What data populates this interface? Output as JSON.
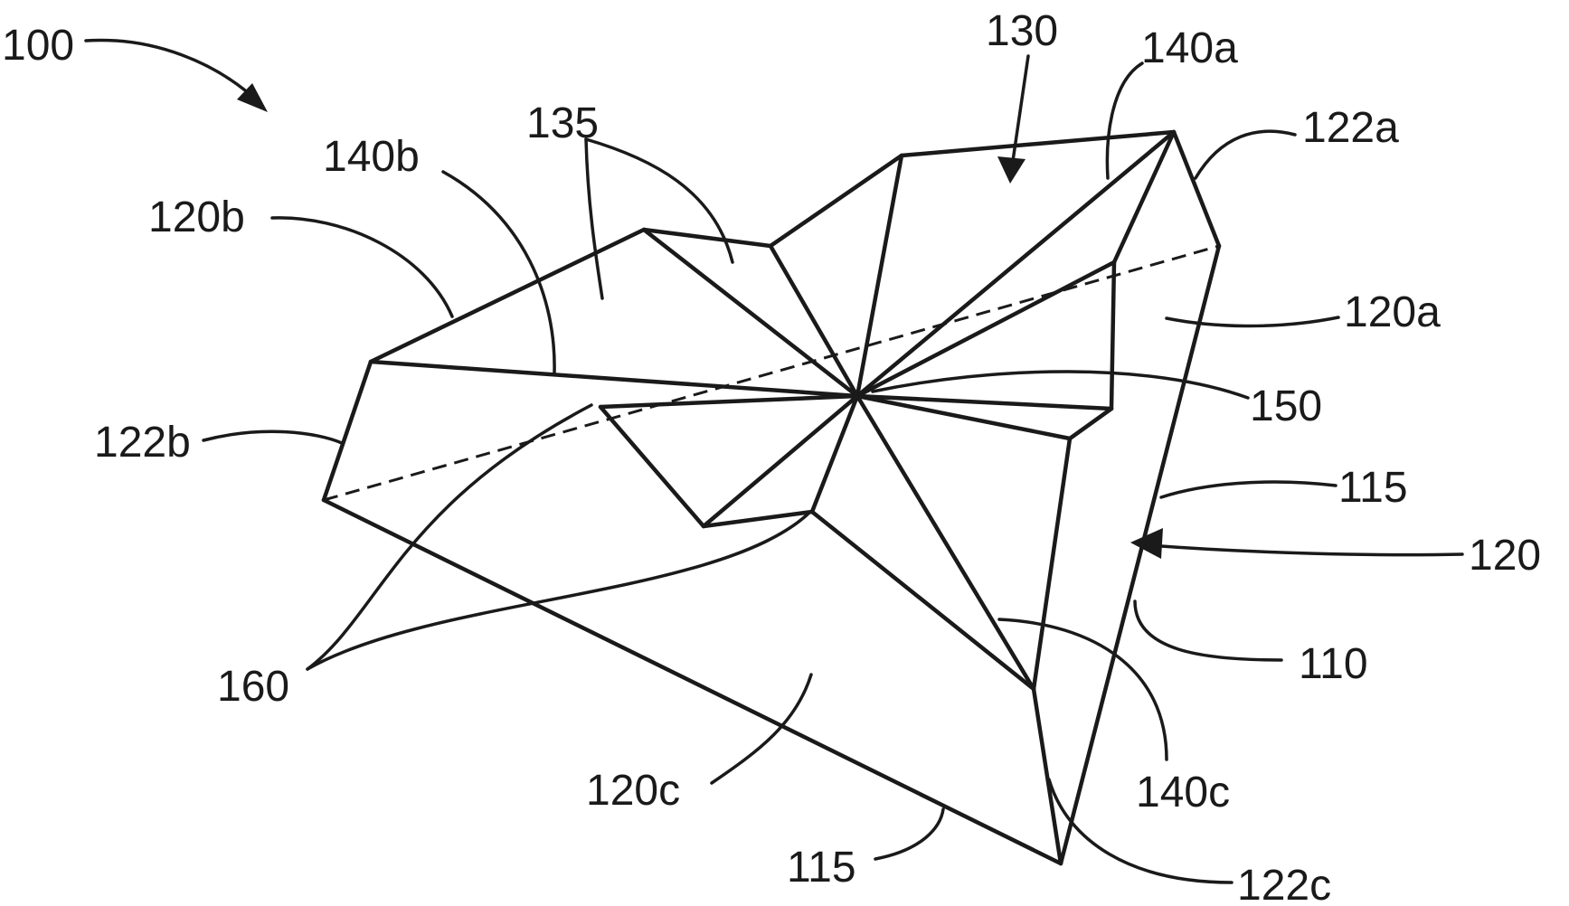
{
  "labels": {
    "l100": "100",
    "l130": "130",
    "l140a": "140a",
    "l122a": "122a",
    "l135": "135",
    "l140b": "140b",
    "l120b": "120b",
    "l120a": "120a",
    "l150": "150",
    "l122b": "122b",
    "l115_right": "115",
    "l120": "120",
    "l110": "110",
    "l160": "160",
    "l140c": "140c",
    "l120c": "120c",
    "l122c": "122c",
    "l115_bottom": "115"
  }
}
